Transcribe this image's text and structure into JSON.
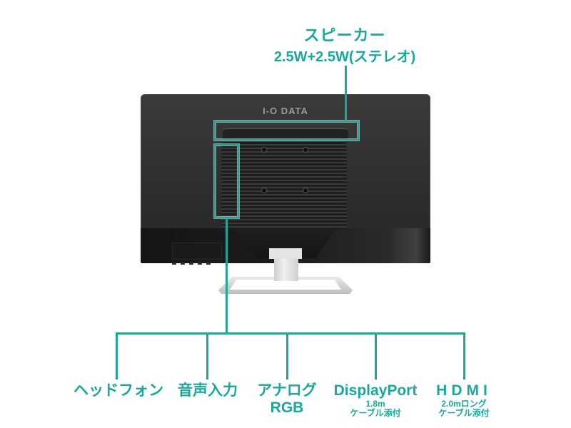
{
  "theme": {
    "accent": "#1aa89a",
    "monitor_body": "#2d2d2d",
    "stand": "#e3e3e3"
  },
  "speaker": {
    "title": "スピーカー",
    "spec": "2.5W+2.5W(ステレオ)"
  },
  "monitor": {
    "brand_logo": "I-O DATA"
  },
  "ports": [
    {
      "label": "ヘッドフォン",
      "sublines": []
    },
    {
      "label": "音声入力",
      "sublines": []
    },
    {
      "label": "アナログ",
      "label2": "RGB",
      "sublines": []
    },
    {
      "label": "DisplayPort",
      "sublines": [
        "1.8m",
        "ケーブル添付"
      ]
    },
    {
      "label": "HDMI",
      "sublines": [
        "2.0mロング",
        "ケーブル添付"
      ]
    }
  ]
}
